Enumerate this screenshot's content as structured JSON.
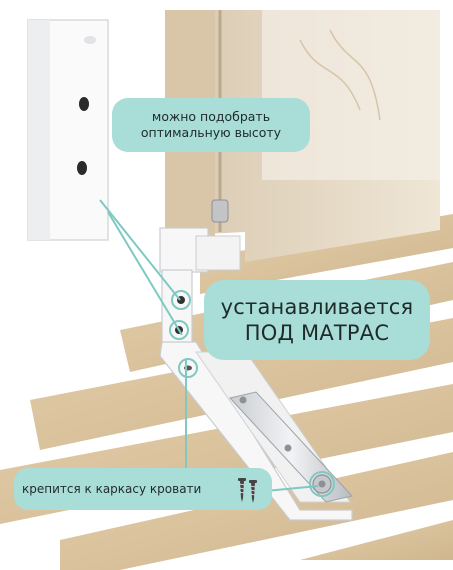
{
  "callouts": {
    "height": {
      "line1": "можно подобрать",
      "line2": "оптимальную высоту"
    },
    "under_mattress": {
      "line1": "устанавливается",
      "line2": "ПОД МАТРАС"
    },
    "frame": {
      "text": "крепится к каркасу кровати"
    }
  },
  "icons": {
    "screws": "screws-icon"
  },
  "colors": {
    "callout_bg": "#a9ddd8",
    "mesh": "#e2d4bd",
    "slat": "#d9c3a0",
    "bracket": "#f7f7f7",
    "text": "#1f2b2a"
  }
}
